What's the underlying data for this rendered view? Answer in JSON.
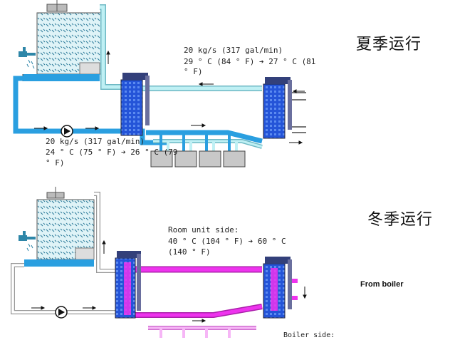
{
  "summer": {
    "title": "夏季运行",
    "flow_top": "20 kg/s (317 gal/min)",
    "temp_top_1": "29 ° C (84 ° F) ➔ 27 ° C (81",
    "temp_top_2": "° F)",
    "flow_bottom": "20 kg/s (317 gal/min)",
    "temp_bottom_1": "24 ° C (75 ° F) ➔ 26 ° C (79",
    "temp_bottom_2": "° F)"
  },
  "winter": {
    "title": "冬季运行",
    "room_1": "Room unit side:",
    "room_2": "40 ° C (104 ° F) ➔ 60 ° C",
    "room_3": "(140 ° F)",
    "from_boiler": "From boiler",
    "boiler_side": "Boiler side:"
  },
  "colors": {
    "summer_pipe": "#2a9fe0",
    "summer_return": "#bff0f4",
    "winter_pipe": "#ee33ee",
    "winter_light": "#f6b6f6",
    "hx_blue": "#2454d8"
  }
}
